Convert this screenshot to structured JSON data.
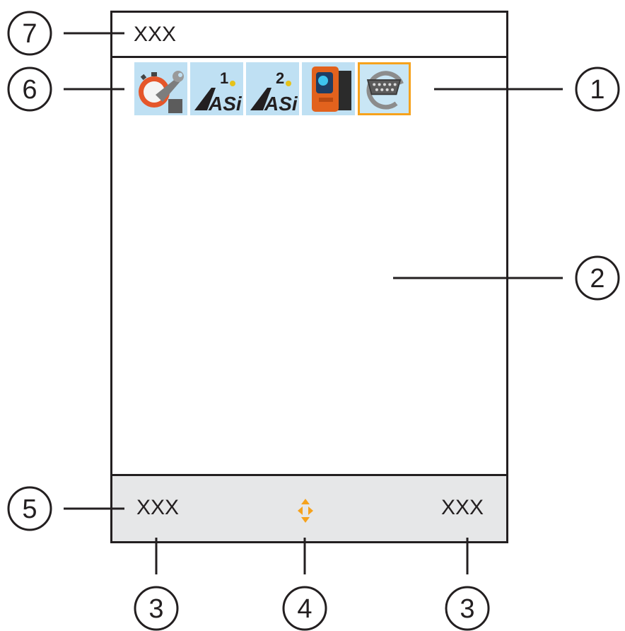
{
  "title_bar": {
    "text": "XXX"
  },
  "softkeys": {
    "left_label": "XXX",
    "right_label": "XXX"
  },
  "icons": [
    {
      "name": "settings-wrench-icon"
    },
    {
      "name": "asi-1-icon",
      "number": "1",
      "text": "ASi"
    },
    {
      "name": "asi-2-icon",
      "number": "2",
      "text": "ASi"
    },
    {
      "name": "device-icon"
    },
    {
      "name": "interface-icon",
      "selected": true
    }
  ],
  "colors": {
    "frame": "#231f20",
    "softkey_bg": "#e6e7e8",
    "selection": "#f6a21c",
    "icon_bg": "#bfe0f3"
  },
  "callouts": [
    {
      "id": "callout-1",
      "label": "1"
    },
    {
      "id": "callout-2",
      "label": "2"
    },
    {
      "id": "callout-3-left",
      "label": "3"
    },
    {
      "id": "callout-4",
      "label": "4"
    },
    {
      "id": "callout-3-right",
      "label": "3"
    },
    {
      "id": "callout-5",
      "label": "5"
    },
    {
      "id": "callout-6",
      "label": "6"
    },
    {
      "id": "callout-7",
      "label": "7"
    }
  ]
}
